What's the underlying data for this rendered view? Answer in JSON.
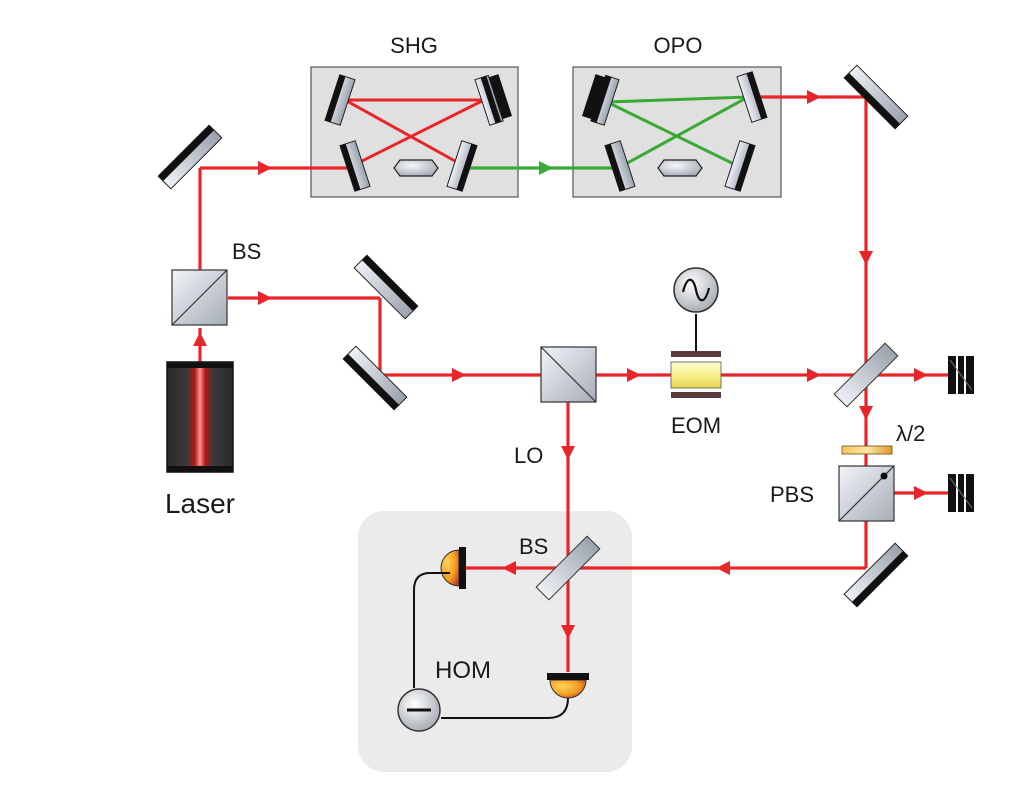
{
  "labels": {
    "shg": "SHG",
    "opo": "OPO",
    "bs_top": "BS",
    "laser": "Laser",
    "lo": "LO",
    "eom": "EOM",
    "half_wave": "λ/2",
    "pbs": "PBS",
    "bs_bottom": "BS",
    "hom": "HOM"
  },
  "colors": {
    "beam_red": "#e8262a",
    "beam_green": "#3aa935",
    "box_fill": "#e0e0e0",
    "hom_fill": "#ebebeb",
    "mirror_dark": "#111111",
    "eom_yellow": "#f6ef8c",
    "detector_orange": "#f29a1f"
  },
  "icons": [
    "sine-wave-icon",
    "minus-icon",
    "dot-marker-icon"
  ]
}
